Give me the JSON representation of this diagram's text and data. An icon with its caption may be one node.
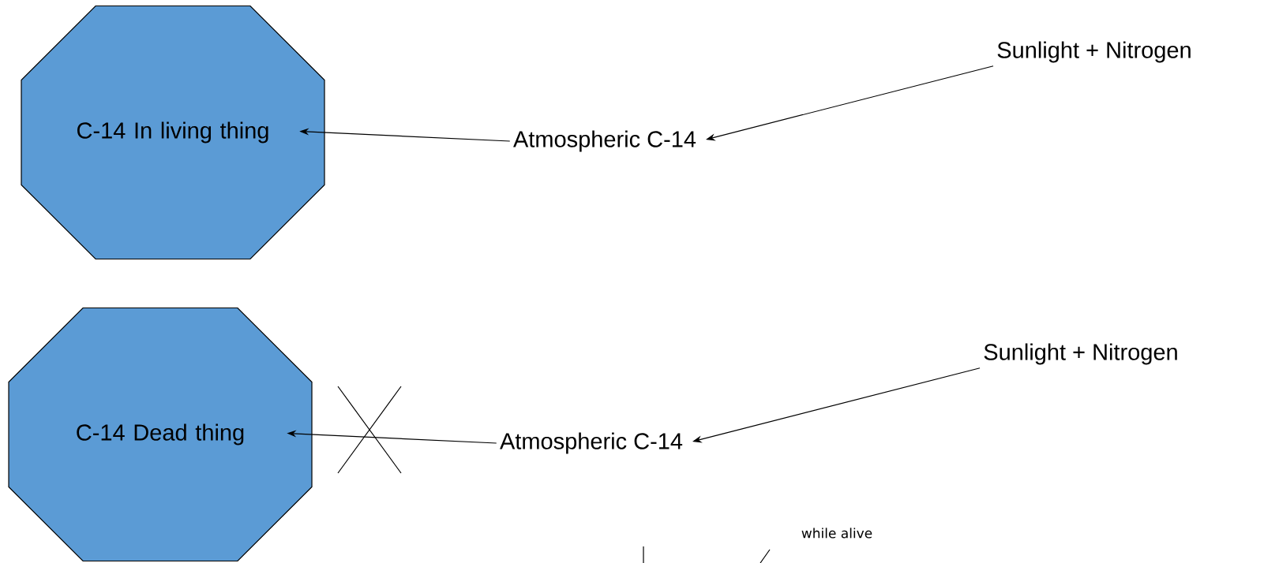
{
  "diagram": {
    "nodes": [
      {
        "text": [
          "C-14 In living thing"
        ]
      },
      {
        "text": [
          "Atmospheric C-14"
        ]
      },
      {
        "text": [
          "Sunlight + Nitrogen"
        ]
      },
      {
        "text": [
          "C-14 Dead thing"
        ]
      },
      {
        "text": [
          "Atmospheric C-14"
        ]
      },
      {
        "text": [
          "Sunlight + Nitrogen"
        ]
      }
    ],
    "edges": [
      {
        "from": 1,
        "to": 0,
        "arrow": "to"
      },
      {
        "from": 2,
        "to": 1,
        "arrow": "to"
      },
      {
        "from": 4,
        "to": 3,
        "arrow": "to"
      },
      {
        "from": 5,
        "to": 4,
        "arrow": "to"
      }
    ],
    "labels": [
      "while alive"
    ]
  }
}
